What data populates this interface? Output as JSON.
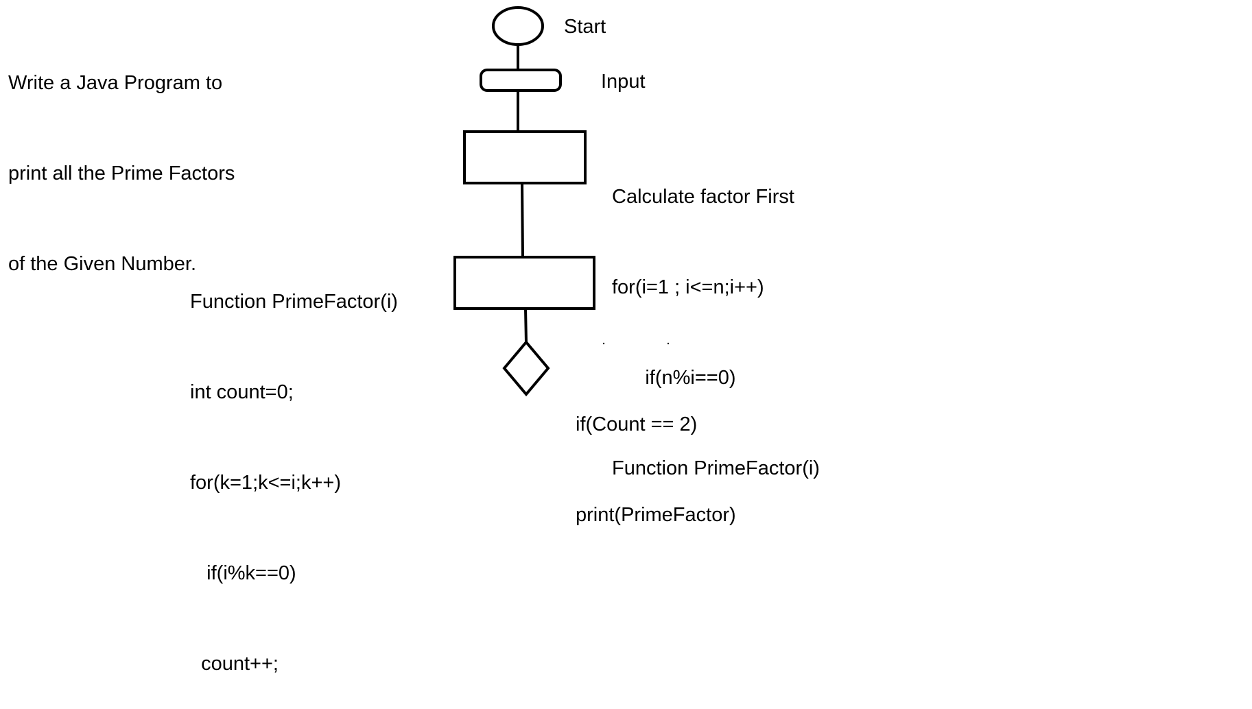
{
  "prompt_lines": [
    "Write a Java Program to",
    "print all the Prime Factors",
    "of the Given Number."
  ],
  "start_label": "Start",
  "input_label": "Input",
  "calc_lines": [
    "Calculate factor First",
    "for(i=1 ; i<=n;i++)",
    "      if(n%i==0)",
    "Function PrimeFactor(i)"
  ],
  "function_lines": [
    "Function PrimeFactor(i)",
    "int count=0;",
    "for(k=1;k<=i;k++)",
    "   if(i%k==0)",
    "  count++;"
  ],
  "decision_lines": [
    "if(Count == 2)",
    "print(PrimeFactor)"
  ]
}
